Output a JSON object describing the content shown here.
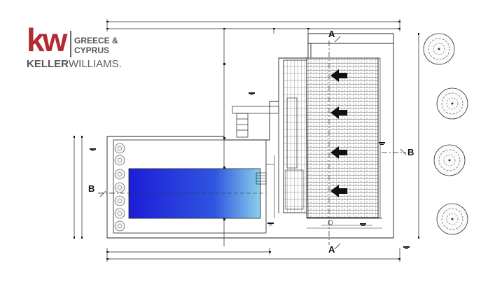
{
  "logo": {
    "mark": "kw",
    "region_line_1": "GREECE &",
    "region_line_2": "CYPRUS",
    "brand_bold": "KELLER",
    "brand_light": "WILLIAMS."
  },
  "section_labels": {
    "a_top": "A",
    "a_bottom": "A",
    "b_left": "B",
    "b_right": "B"
  },
  "colors": {
    "logo_red": "#b22a32",
    "logo_gray": "#5e5e5e",
    "pool_deep": "#1d1dd6",
    "pool_shallow": "#7ec4e6",
    "line": "#222222",
    "tree": "#333333"
  },
  "icons": {
    "arrows": "left-arrow-icon",
    "trees": "tree-plan-icon",
    "shrubs": "shrub-plan-icon"
  }
}
